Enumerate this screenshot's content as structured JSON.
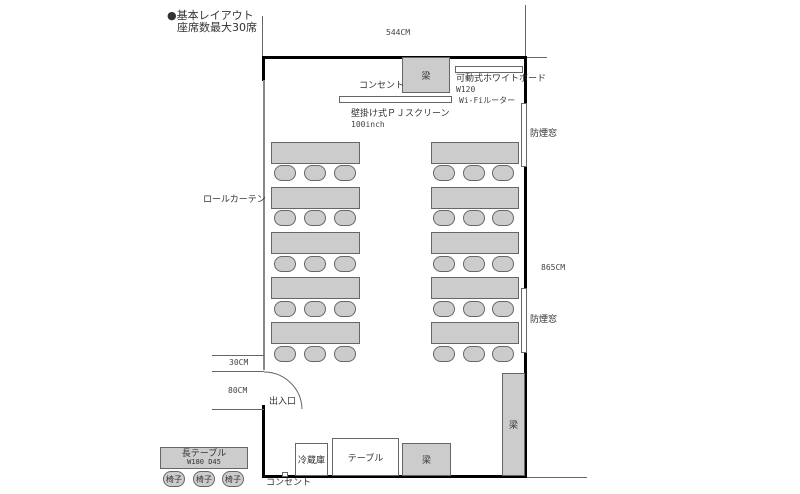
{
  "title": {
    "line1": "●基本レイアウト",
    "line2": "座席数最大30席"
  },
  "dimensions": {
    "width": "544CM",
    "height": "865CM",
    "door_offset": "30CM",
    "door_width": "80CM"
  },
  "labels": {
    "outlet_top": "コンセント",
    "beam_top": "梁",
    "whiteboard": "可動式ホワイトボード",
    "whiteboard_size": "W120",
    "wifi_router": "Wi-Fiルーター",
    "screen": "壁掛け式ＰＪスクリーン",
    "screen_size": "100inch",
    "window_upper": "防煙窓",
    "window_lower": "防煙窓",
    "roll_curtain": "ロールカーテン",
    "entrance": "出入口",
    "beam_right": "梁",
    "fridge": "冷蔵庫",
    "table": "テーブル",
    "beam_bottom": "梁",
    "outlet_bottom": "コンセント"
  },
  "legend": {
    "long_table": "長テーブル",
    "long_table_size": "W180 D45",
    "chairs": [
      "椅子",
      "椅子",
      "椅子"
    ]
  },
  "seating": {
    "left_rows": 5,
    "right_rows": 5,
    "chairs_per_table": 3,
    "total_seats": 30
  },
  "colors": {
    "wall": "#000000",
    "furniture": "#cccccc",
    "outline": "#666666"
  }
}
